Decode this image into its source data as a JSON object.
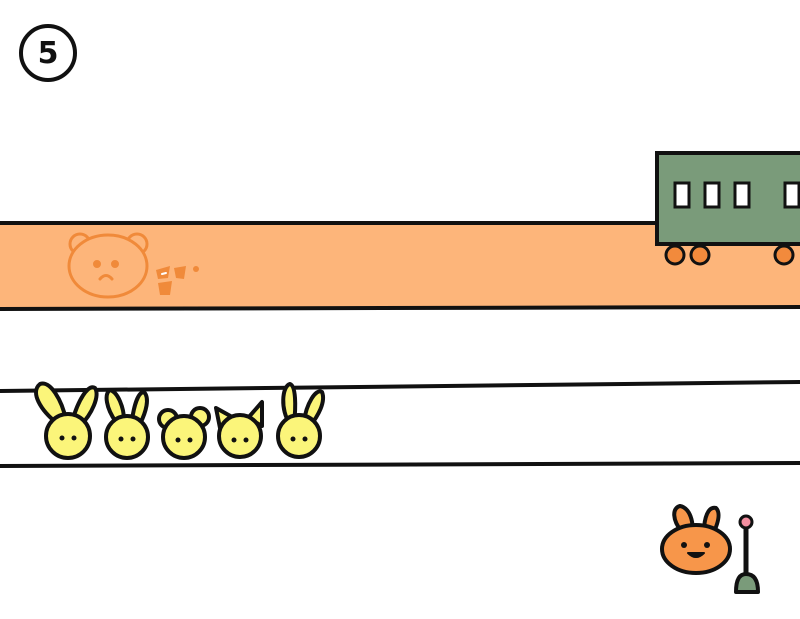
{
  "level": {
    "number": "5"
  },
  "colors": {
    "track_fill": "#fdb57a",
    "track_line": "#111111",
    "bear_outline": "#f08a3a",
    "train_body": "#7a9b7a",
    "train_wheel": "#f28a3c",
    "passenger_fill": "#fbf57a",
    "player_fill": "#f7964a",
    "lever_handle": "#f48fa0",
    "lever_base": "#7a9b7a"
  },
  "scene": {
    "lanes": [
      "rail-track",
      "waiting-lane"
    ],
    "train": {
      "icon": "green-train-car",
      "windows": 4
    },
    "bear": {
      "icon": "faded-bear-face",
      "state": "sad"
    },
    "passengers": [
      {
        "icon": "long-ear-bunny-face"
      },
      {
        "icon": "bunny-face"
      },
      {
        "icon": "bear-face"
      },
      {
        "icon": "cat-face"
      },
      {
        "icon": "lop-ear-bunny-face"
      }
    ],
    "player": {
      "icon": "orange-rabbit-face"
    },
    "lever": {
      "icon": "lever-switch"
    }
  }
}
